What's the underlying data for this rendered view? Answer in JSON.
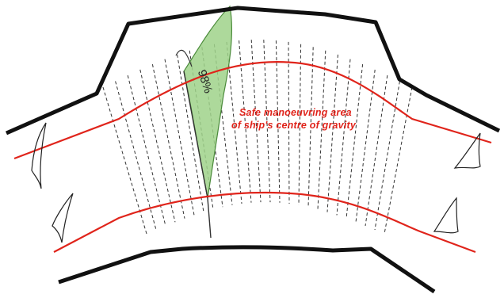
{
  "annotation": {
    "line1": "Safe manoeuvring area",
    "line2": "of ship's centre of gravity"
  },
  "probability_label": "98%",
  "colors": {
    "channel_bank": "#111111",
    "safe_area_boundary": "#e0241b",
    "probability_fill": "#9fd28a",
    "probability_edge": "#4a8a3a",
    "track_lines": "#333333"
  }
}
